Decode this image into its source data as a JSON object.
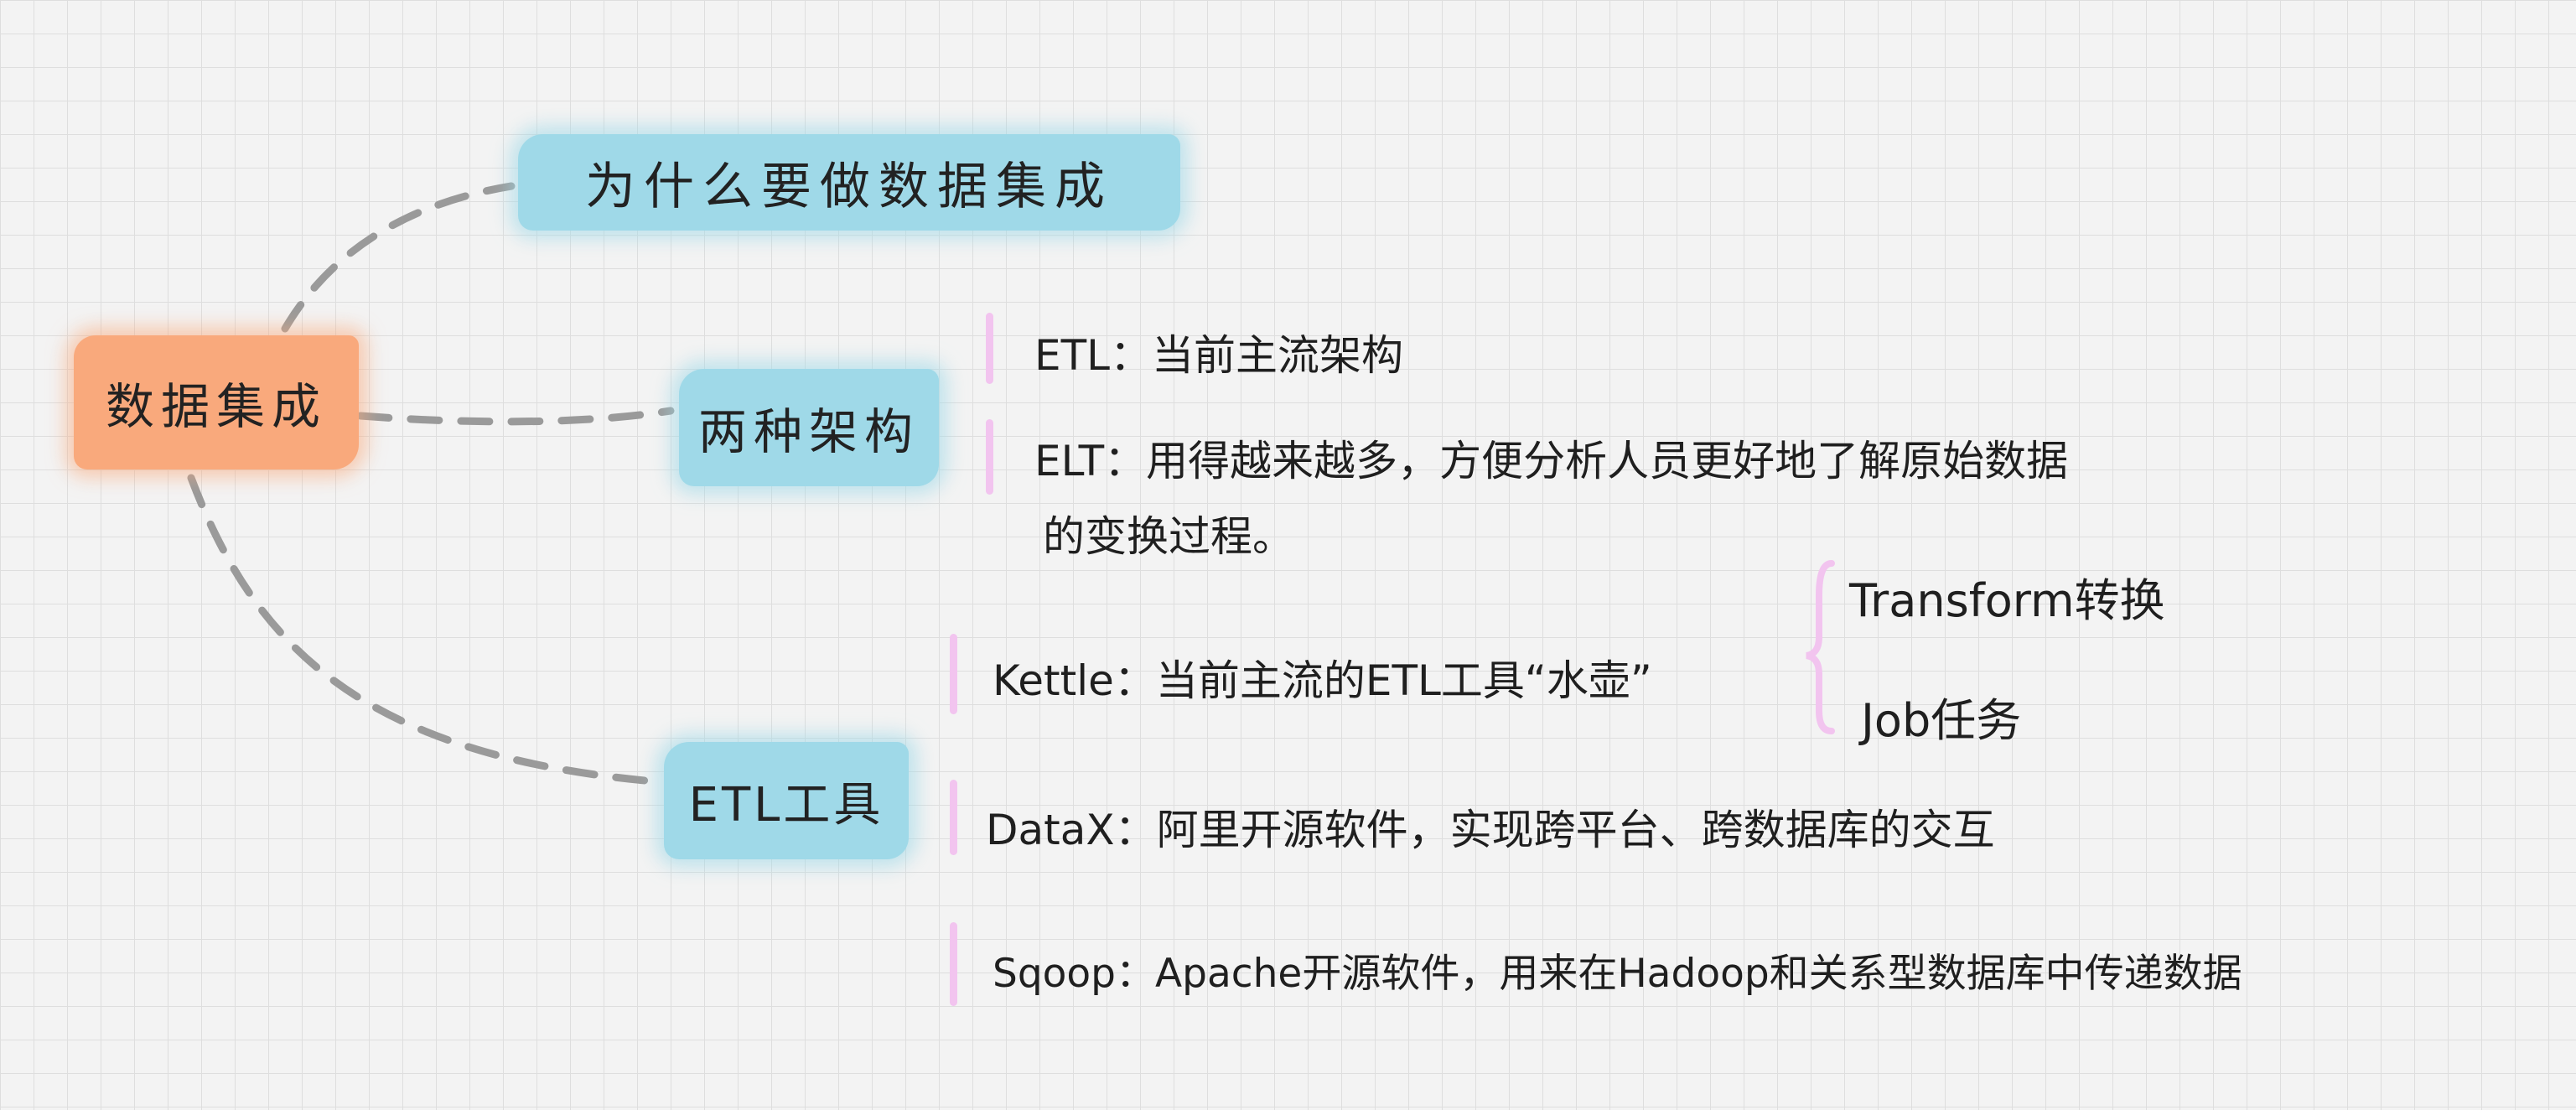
{
  "root": {
    "label": "数据集成"
  },
  "branches": {
    "why": {
      "label": "为什么要做数据集成"
    },
    "architectures": {
      "label": "两种架构",
      "items": [
        "ETL：当前主流架构",
        "ELT：用得越来越多，方便分析人员更好地了解原始数据",
        "的变换过程。"
      ]
    },
    "etl_tools": {
      "label": "ETL工具",
      "kettle": {
        "text": "Kettle：当前主流的ETL工具“水壶”",
        "subitems": [
          "Transform转换",
          "Job任务"
        ]
      },
      "datax": "DataX：阿里开源软件，实现跨平台、跨数据库的交互",
      "sqoop": "Sqoop：Apache开源软件，用来在Hadoop和关系型数据库中传递数据"
    }
  },
  "colors": {
    "root_fill": "#f9a97c",
    "branch_fill": "#9fd9e8",
    "leaf_marker": "#f2c4ef",
    "connector": "#9a9a9a",
    "grid": "#dedede"
  }
}
